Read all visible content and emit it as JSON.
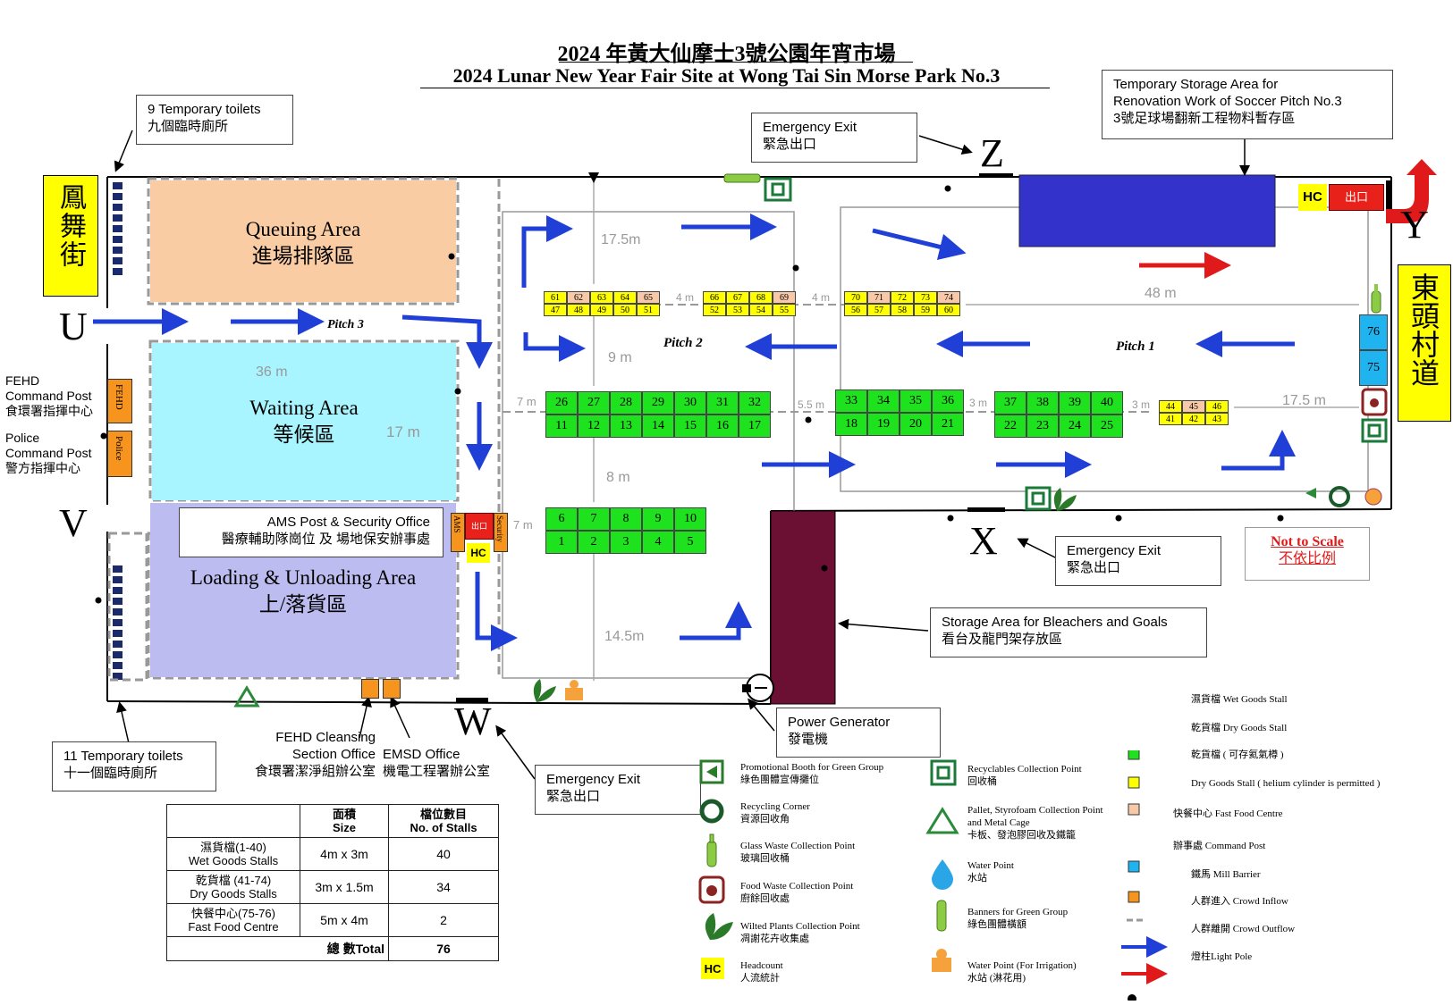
{
  "title": {
    "zh": "2024 年黃大仙摩士3號公園年宵市場",
    "en": "2024 Lunar New Year Fair Site at Wong Tai Sin Morse Park No.3"
  },
  "streets": {
    "left": "鳳舞街",
    "right": "東頭村道"
  },
  "gates": {
    "u": "U",
    "v": "V",
    "w": "W",
    "x": "X",
    "y": "Y",
    "z": "Z"
  },
  "callouts": {
    "toilets9": {
      "en": "9 Temporary toilets",
      "zh": "九個臨時廁所"
    },
    "toilets11": {
      "en": "11 Temporary toilets",
      "zh": "十一個臨時廁所"
    },
    "exit_top": {
      "en": "Emergency Exit",
      "zh": "緊急出口"
    },
    "exit_x": {
      "en": "Emergency Exit",
      "zh": "緊急出口"
    },
    "exit_w": {
      "en": "Emergency Exit",
      "zh": "緊急出口"
    },
    "storage_top": {
      "l1": "Temporary Storage Area for",
      "l2": "Renovation Work of Soccer Pitch No.3",
      "zh": "3號足球場翻新工程物料暫存區"
    },
    "ams": {
      "en": "AMS Post & Security Office",
      "zh": "醫療輔助隊崗位 及 場地保安辦事處"
    },
    "bleachers": {
      "en": "Storage Area for Bleachers and Goals",
      "zh": "看台及龍門架存放區"
    },
    "generator": {
      "en": "Power Generator",
      "zh": "發電機"
    },
    "fehd_post": {
      "en1": "FEHD",
      "en2": "Command Post",
      "zh": "食環署指揮中心"
    },
    "police_post": {
      "en1": "Police",
      "en2": "Command Post",
      "zh": "警方指揮中心"
    },
    "cleansing": {
      "en1": "FEHD Cleansing",
      "en2": "Section Office",
      "zh": "食環署潔淨組辦公室"
    },
    "emsd": {
      "en": "EMSD Office",
      "zh": "機電工程署辦公室"
    },
    "not_scale": {
      "en": "Not to Scale",
      "zh": "不依比例"
    }
  },
  "areas": {
    "queue": {
      "en": "Queuing Area",
      "zh": "進場排隊區"
    },
    "waiting": {
      "en": "Waiting Area",
      "zh": "等候區"
    },
    "loading": {
      "en": "Loading & Unloading Area",
      "zh": "上/落貨區"
    }
  },
  "pitches": {
    "p1": "Pitch 1",
    "p2": "Pitch 2",
    "p3": "Pitch 3"
  },
  "small_labels": {
    "fehd": "FEHD",
    "police": "Police",
    "ams": "AMS",
    "security": "Security",
    "hc": "HC",
    "exit": "出口",
    "exit_small": "出口"
  },
  "measurements": {
    "m17_5a": "17.5m",
    "m9": "9 m",
    "m8": "8 m",
    "m14_5": "14.5m",
    "m48": "48 m",
    "m17_5b": "17.5 m",
    "m36": "36 m",
    "m17": "17 m",
    "m7a": "7 m",
    "m7b": "7 m",
    "m5_5": "5.5 m",
    "m3a": "3 m",
    "m3b": "3 m",
    "m4a": "4 m",
    "m4b": "4 m"
  },
  "stalls": {
    "row_dry_top": [
      "61",
      "62",
      "63",
      "64",
      "65",
      "66",
      "67",
      "68",
      "69",
      "70",
      "71",
      "72",
      "73",
      "74"
    ],
    "row_dry_bot": [
      "47",
      "48",
      "49",
      "50",
      "51",
      "52",
      "53",
      "54",
      "55",
      "56",
      "57",
      "58",
      "59",
      "60"
    ],
    "wet_a_top": [
      "26",
      "27",
      "28",
      "29",
      "30",
      "31",
      "32"
    ],
    "wet_a_bot": [
      "11",
      "12",
      "13",
      "14",
      "15",
      "16",
      "17"
    ],
    "wet_b_top": [
      "33",
      "34",
      "35",
      "36"
    ],
    "wet_b_bot": [
      "18",
      "19",
      "20",
      "21"
    ],
    "wet_c_top": [
      "37",
      "38",
      "39",
      "40"
    ],
    "wet_c_bot": [
      "22",
      "23",
      "24",
      "25"
    ],
    "dry_c_top": [
      "44",
      "45",
      "46"
    ],
    "dry_c_bot": [
      "41",
      "42",
      "43"
    ],
    "wet_d_top": [
      "6",
      "7",
      "8",
      "9",
      "10"
    ],
    "wet_d_bot": [
      "1",
      "2",
      "3",
      "4",
      "5"
    ],
    "fast": [
      "76",
      "75"
    ]
  },
  "table": {
    "h_size_zh": "面積",
    "h_size_en": "Size",
    "h_no_zh": "檔位數目",
    "h_no_en": "No. of Stalls",
    "rows": [
      {
        "zh": "濕貨檔(1-40)",
        "en": "Wet Goods Stalls",
        "size": "4m x 3m",
        "no": "40"
      },
      {
        "zh": "乾貨檔 (41-74)",
        "en": "Dry Goods Stalls",
        "size": "3m x 1.5m",
        "no": "34"
      },
      {
        "zh": "快餐中心(75-76)",
        "en": "Fast Food Centre",
        "size": "5m x 4m",
        "no": "2"
      }
    ],
    "total_label": "總 數Total",
    "total": "76"
  },
  "legend": {
    "promo": {
      "en": "Promotional Booth for Green Group",
      "zh": "綠色團體宣傳攤位"
    },
    "recycling": {
      "en": "Recycling Corner",
      "zh": "資源回收角"
    },
    "glass": {
      "en": "Glass Waste Collection Point",
      "zh": "玻璃回收桶"
    },
    "food": {
      "en": "Food Waste Collection Point",
      "zh": "廚餘回收處"
    },
    "plants": {
      "en": "Wilted Plants Collection Point",
      "zh": "凋謝花卉收集處"
    },
    "headcount": {
      "en": "Headcount",
      "zh": "人流統計"
    },
    "recyclables": {
      "en": "Recyclables Collection Point",
      "zh": "回收桶"
    },
    "pallet": {
      "en1": "Pallet, Styrofoam Collection Point",
      "en2": "and Metal Cage",
      "zh": "卡板、發泡膠回收及鐵籠"
    },
    "water": {
      "en": "Water Point",
      "zh": "水站"
    },
    "banners": {
      "en": "Banners for Green Group",
      "zh": "綠色團體橫額"
    },
    "irrigation": {
      "en": "Water Point (For Irrigation)",
      "zh": "水站 (淋花用)"
    },
    "wet": "濕貨檔  Wet Goods Stall",
    "dry": "乾貨檔  Dry Goods Stall",
    "helium_zh": "乾貨檔 ( 可存氦氣樽 )",
    "helium_en": "Dry Goods Stall ( helium cylinder is permitted )",
    "fastfood": "快餐中心 Fast Food Centre",
    "command": "辦事處 Command Post",
    "barrier": "鐵馬 Mill Barrier",
    "inflow": "人群進入 Crowd Inflow",
    "outflow": "人群離開 Crowd Outflow",
    "pole": "燈柱Light Pole"
  },
  "colors": {
    "wet": "#1ee21e",
    "dry": "#ffff00",
    "helium": "#f8c9a8",
    "fast": "#1fb3f0",
    "command": "#f7941d",
    "inflow": "#1f3fd6",
    "outflow": "#e01a1a",
    "queue": "#f9c699",
    "waiting": "#a8f4ff",
    "loading": "#bcbcf0",
    "storage": "#3333cc",
    "bleachers": "#6b0f33"
  }
}
